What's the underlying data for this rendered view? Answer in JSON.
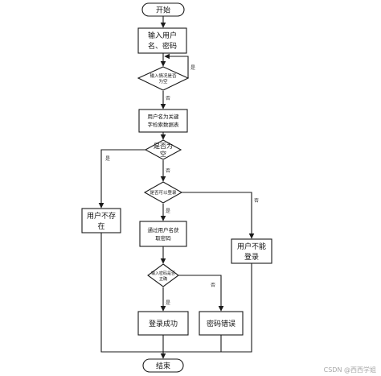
{
  "nodes": {
    "start": "开始",
    "input1": "输入用户",
    "input2": "名、密码",
    "decide_empty_1": "输入情况是否",
    "decide_empty_2": "为空",
    "search_1": "用户名为关键",
    "search_2": "字检索数据表",
    "decide_null_1": "是否为",
    "decide_null_2": "空",
    "decide_login": "是否可以登录",
    "no_user_1": "用户不存",
    "no_user_2": "在",
    "get_pwd_1": "通过用户名获",
    "get_pwd_2": "取密码",
    "cannot_login_1": "用户不能",
    "cannot_login_2": "登录",
    "decide_pwd_1": "输入密码是否",
    "decide_pwd_2": "正确",
    "success": "登录成功",
    "pwd_error": "密码错误",
    "end": "结束"
  },
  "edge_labels": {
    "yes": "是",
    "no": "否"
  },
  "watermark": "CSDN @西西学姐"
}
